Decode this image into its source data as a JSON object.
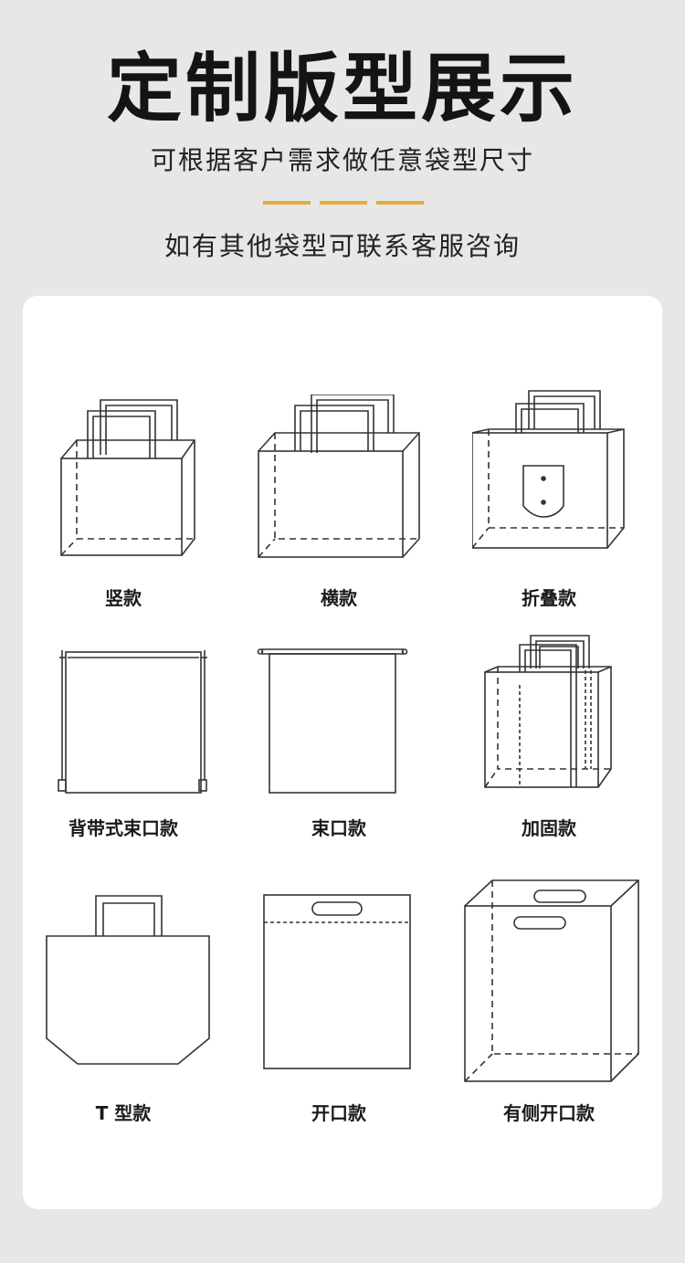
{
  "header": {
    "title": "定制版型展示",
    "subtitle": "可根据客户需求做任意袋型尺寸",
    "contact": "如有其他袋型可联系客服咨询"
  },
  "colors": {
    "background": "#e6e7e6",
    "card": "#ffffff",
    "accent": "#e7ab3b",
    "line": "#333333"
  },
  "bags": [
    {
      "label": "竖款",
      "icon": "vertical-tote-icon"
    },
    {
      "label": "横款",
      "icon": "horizontal-tote-icon"
    },
    {
      "label": "折叠款",
      "icon": "foldable-tote-icon"
    },
    {
      "label": "背带式束口款",
      "icon": "backpack-drawstring-icon"
    },
    {
      "label": "束口款",
      "icon": "drawstring-bag-icon"
    },
    {
      "label": "加固款",
      "icon": "reinforced-tote-icon"
    },
    {
      "label": "T 型款",
      "icon": "t-shirt-bag-icon"
    },
    {
      "label": "开口款",
      "icon": "die-cut-bag-icon"
    },
    {
      "label": "有侧开口款",
      "icon": "gusset-die-cut-bag-icon"
    }
  ]
}
